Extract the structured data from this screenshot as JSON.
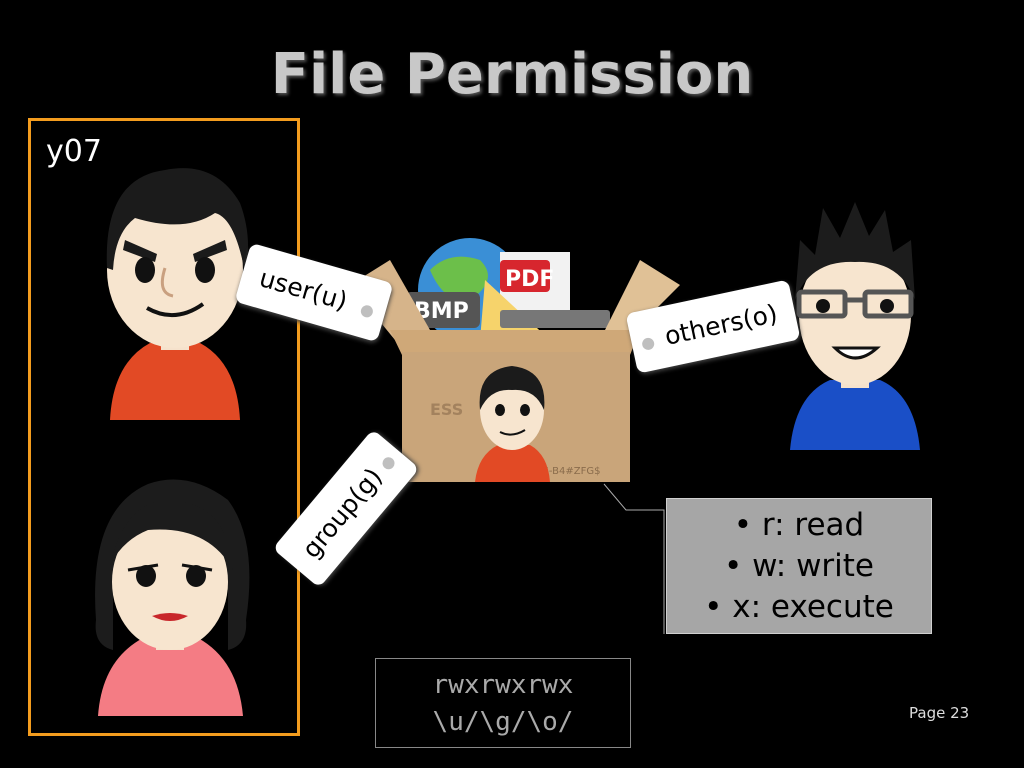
{
  "slide": {
    "title": "File Permission",
    "group_name": "y07",
    "tags": {
      "user": "user(u)",
      "group": "group(g)",
      "others": "others(o)"
    },
    "box_labels": {
      "bmp": "BMP",
      "pdf": "PDF"
    },
    "legend": [
      "• r: read",
      "• w: write",
      "• x: execute"
    ],
    "permission_string": "rwxrwxrwx",
    "permission_groups": "\\u/\\g/\\o/",
    "page_number": "Page 23"
  },
  "colors": {
    "background": "#000000",
    "group_frame": "#f39c1e",
    "legend_bg": "#a6a6a6",
    "title": "#c8c8c8"
  },
  "icons": [
    "male-avatar-icon",
    "female-avatar-icon",
    "spiky-hair-avatar-icon",
    "cardboard-box-icon"
  ]
}
